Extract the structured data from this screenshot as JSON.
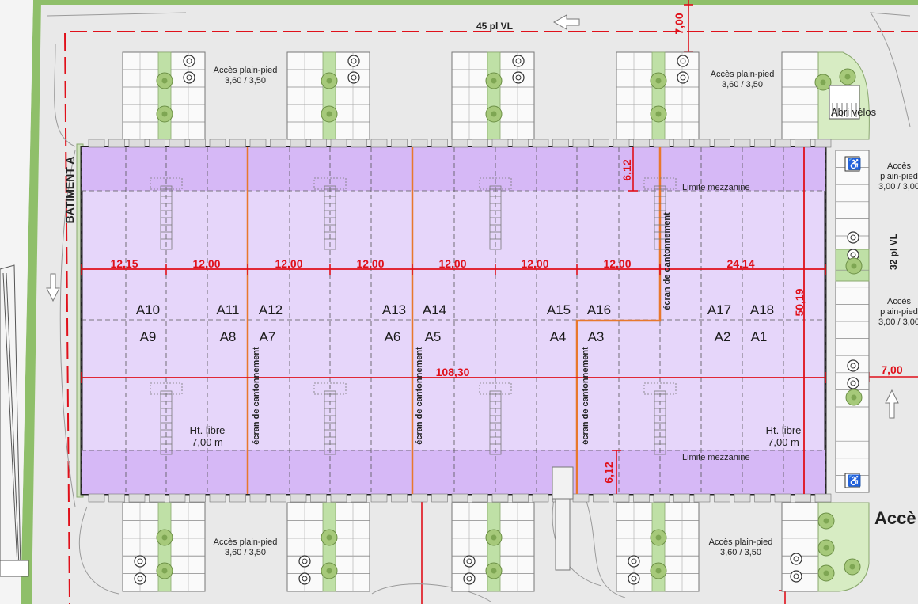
{
  "building": {
    "name": "BATIMENT A",
    "units_upper": [
      "A10",
      "A11",
      "A12",
      "A13",
      "A14",
      "A15",
      "A16",
      "A17",
      "A18"
    ],
    "units_lower": [
      "A9",
      "A8",
      "A7",
      "A6",
      "A5",
      "A4",
      "A3",
      "A2",
      "A1"
    ],
    "dims_horizontal": [
      "12,15",
      "12,00",
      "12,00",
      "12,00",
      "12,00",
      "12,00",
      "12,00",
      "24,14"
    ],
    "total_length": "108,30",
    "total_width": "50,19",
    "mezzanine_depth": "6,12",
    "mezzanine_label": "Limite mezzanine",
    "screen_label": "écran de cantonnement",
    "height_label_line1": "Ht. libre",
    "height_label_line2": "7,00 m"
  },
  "site": {
    "parking_top": "45 pl VL",
    "parking_right": "32 pl VL",
    "setback": "7,00",
    "bike_shelter": "Abri vélos",
    "access_plain_label": "Accès plain-pied",
    "access_plain_dims": "3,60 / 3,50",
    "access_side_label_1": "Accès",
    "access_side_label_2": "plain-pied",
    "access_side_dims": "3,00 / 3,00",
    "entrance": "Accè"
  },
  "colors": {
    "warehouse_fill": "#e6d6fa",
    "mezzanine_fill": "#d6b8f6",
    "dimension_red": "#e0101a",
    "screen_orange": "#e8782c",
    "hedge_green": "#8fbf6a",
    "tree_green": "#a6c97a"
  }
}
